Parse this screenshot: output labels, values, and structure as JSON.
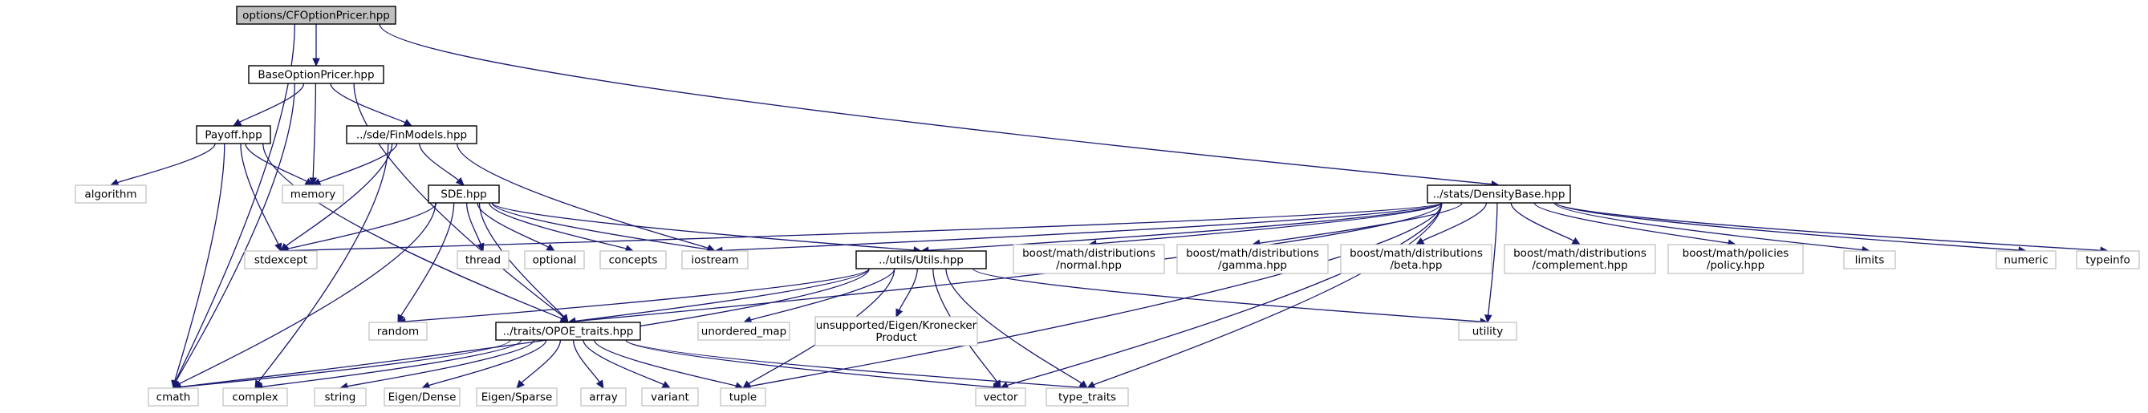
{
  "graph": {
    "nodes": [
      {
        "id": "cfop",
        "label": "options/CFOptionPricer.hpp",
        "kind": "root"
      },
      {
        "id": "base",
        "label": "BaseOptionPricer.hpp",
        "kind": "doc"
      },
      {
        "id": "payoff",
        "label": "Payoff.hpp",
        "kind": "doc"
      },
      {
        "id": "finmodels",
        "label": "../sde/FinModels.hpp",
        "kind": "doc"
      },
      {
        "id": "density",
        "label": "../stats/DensityBase.hpp",
        "kind": "doc"
      },
      {
        "id": "sde",
        "label": "SDE.hpp",
        "kind": "doc"
      },
      {
        "id": "utils",
        "label": "../utils/Utils.hpp",
        "kind": "doc"
      },
      {
        "id": "traits",
        "label": "../traits/OPOE_traits.hpp",
        "kind": "doc"
      },
      {
        "id": "algorithm",
        "label": "algorithm",
        "kind": "ext"
      },
      {
        "id": "memory",
        "label": "memory",
        "kind": "ext"
      },
      {
        "id": "stdexcept",
        "label": "stdexcept",
        "kind": "ext"
      },
      {
        "id": "thread",
        "label": "thread",
        "kind": "ext"
      },
      {
        "id": "optional",
        "label": "optional",
        "kind": "ext"
      },
      {
        "id": "concepts",
        "label": "concepts",
        "kind": "ext"
      },
      {
        "id": "iostream",
        "label": "iostream",
        "kind": "ext"
      },
      {
        "id": "normal",
        "label": "boost/math/distributions\n/normal.hpp",
        "kind": "ext"
      },
      {
        "id": "gamma",
        "label": "boost/math/distributions\n/gamma.hpp",
        "kind": "ext"
      },
      {
        "id": "beta",
        "label": "boost/math/distributions\n/beta.hpp",
        "kind": "ext"
      },
      {
        "id": "complement",
        "label": "boost/math/distributions\n/complement.hpp",
        "kind": "ext"
      },
      {
        "id": "policy",
        "label": "boost/math/policies\n/policy.hpp",
        "kind": "ext"
      },
      {
        "id": "limits",
        "label": "limits",
        "kind": "ext"
      },
      {
        "id": "numeric",
        "label": "numeric",
        "kind": "ext"
      },
      {
        "id": "typeinfo",
        "label": "typeinfo",
        "kind": "ext"
      },
      {
        "id": "random",
        "label": "random",
        "kind": "ext"
      },
      {
        "id": "unordered_map",
        "label": "unordered_map",
        "kind": "ext"
      },
      {
        "id": "kronecker",
        "label": "unsupported/Eigen/Kronecker\nProduct",
        "kind": "ext"
      },
      {
        "id": "utility",
        "label": "utility",
        "kind": "ext"
      },
      {
        "id": "cmath",
        "label": "cmath",
        "kind": "ext"
      },
      {
        "id": "complex",
        "label": "complex",
        "kind": "ext"
      },
      {
        "id": "string",
        "label": "string",
        "kind": "ext"
      },
      {
        "id": "eigendense",
        "label": "Eigen/Dense",
        "kind": "ext"
      },
      {
        "id": "eigensparse",
        "label": "Eigen/Sparse",
        "kind": "ext"
      },
      {
        "id": "array",
        "label": "array",
        "kind": "ext"
      },
      {
        "id": "variant",
        "label": "variant",
        "kind": "ext"
      },
      {
        "id": "tuple",
        "label": "tuple",
        "kind": "ext"
      },
      {
        "id": "vector",
        "label": "vector",
        "kind": "ext"
      },
      {
        "id": "type_traits",
        "label": "type_traits",
        "kind": "ext"
      }
    ],
    "edges": [
      [
        "cfop",
        "base"
      ],
      [
        "cfop",
        "density"
      ],
      [
        "cfop",
        "cmath"
      ],
      [
        "base",
        "payoff"
      ],
      [
        "base",
        "finmodels"
      ],
      [
        "base",
        "memory"
      ],
      [
        "base",
        "cmath"
      ],
      [
        "base",
        "traits"
      ],
      [
        "payoff",
        "algorithm"
      ],
      [
        "payoff",
        "memory"
      ],
      [
        "payoff",
        "stdexcept"
      ],
      [
        "payoff",
        "cmath"
      ],
      [
        "payoff",
        "traits"
      ],
      [
        "finmodels",
        "memory"
      ],
      [
        "finmodels",
        "stdexcept"
      ],
      [
        "finmodels",
        "sde"
      ],
      [
        "finmodels",
        "iostream"
      ],
      [
        "finmodels",
        "complex"
      ],
      [
        "sde",
        "stdexcept"
      ],
      [
        "sde",
        "thread"
      ],
      [
        "sde",
        "optional"
      ],
      [
        "sde",
        "concepts"
      ],
      [
        "sde",
        "iostream"
      ],
      [
        "sde",
        "utils"
      ],
      [
        "sde",
        "traits"
      ],
      [
        "sde",
        "random"
      ],
      [
        "sde",
        "cmath"
      ],
      [
        "density",
        "stdexcept"
      ],
      [
        "density",
        "iostream"
      ],
      [
        "density",
        "normal"
      ],
      [
        "density",
        "gamma"
      ],
      [
        "density",
        "beta"
      ],
      [
        "density",
        "complement"
      ],
      [
        "density",
        "policy"
      ],
      [
        "density",
        "limits"
      ],
      [
        "density",
        "numeric"
      ],
      [
        "density",
        "typeinfo"
      ],
      [
        "density",
        "utility"
      ],
      [
        "density",
        "vector"
      ],
      [
        "density",
        "type_traits"
      ],
      [
        "density",
        "tuple"
      ],
      [
        "density",
        "traits"
      ],
      [
        "density",
        "utils"
      ],
      [
        "utils",
        "random"
      ],
      [
        "utils",
        "unordered_map"
      ],
      [
        "utils",
        "kronecker"
      ],
      [
        "utils",
        "utility"
      ],
      [
        "utils",
        "traits"
      ],
      [
        "utils",
        "cmath"
      ],
      [
        "utils",
        "tuple"
      ],
      [
        "utils",
        "vector"
      ],
      [
        "utils",
        "type_traits"
      ],
      [
        "traits",
        "cmath"
      ],
      [
        "traits",
        "complex"
      ],
      [
        "traits",
        "string"
      ],
      [
        "traits",
        "eigendense"
      ],
      [
        "traits",
        "eigensparse"
      ],
      [
        "traits",
        "array"
      ],
      [
        "traits",
        "variant"
      ],
      [
        "traits",
        "tuple"
      ],
      [
        "traits",
        "vector"
      ],
      [
        "traits",
        "type_traits"
      ]
    ]
  },
  "colors": {
    "edge": "#191970",
    "root_fill": "#bfbfbf",
    "doc_border": "#000000",
    "ext_border": "#bfbfbf",
    "text": "#000000"
  }
}
